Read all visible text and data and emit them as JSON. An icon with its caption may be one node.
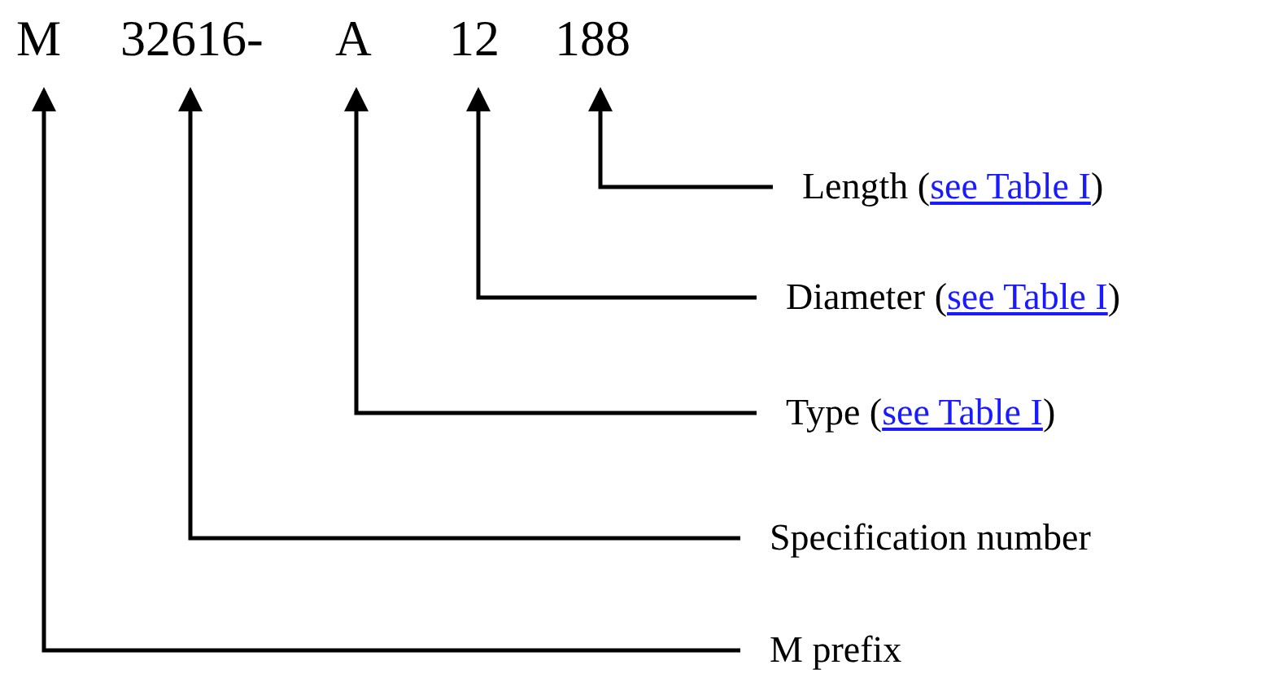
{
  "diagram": {
    "nodes": [
      {
        "text": [
          "M"
        ]
      },
      {
        "text": [
          "32616-"
        ]
      },
      {
        "text": [
          "A"
        ]
      },
      {
        "text": [
          "12"
        ]
      },
      {
        "text": [
          "188"
        ]
      },
      {
        "text": [
          "Length (",
          "see Table I",
          ")"
        ]
      },
      {
        "text": [
          "Diameter (",
          "see Table I",
          ")"
        ]
      },
      {
        "text": [
          "Type (",
          "see Table I",
          ")"
        ]
      },
      {
        "text": [
          "Specification number"
        ]
      },
      {
        "text": [
          "M prefix"
        ]
      }
    ],
    "edges": [
      {
        "from": 5,
        "to": 4,
        "arrow": "to"
      },
      {
        "from": 6,
        "to": 3,
        "arrow": "to"
      },
      {
        "from": 7,
        "to": 2,
        "arrow": "to"
      },
      {
        "from": 8,
        "to": 1,
        "arrow": "to"
      },
      {
        "from": 9,
        "to": 0,
        "arrow": "to"
      }
    ]
  }
}
